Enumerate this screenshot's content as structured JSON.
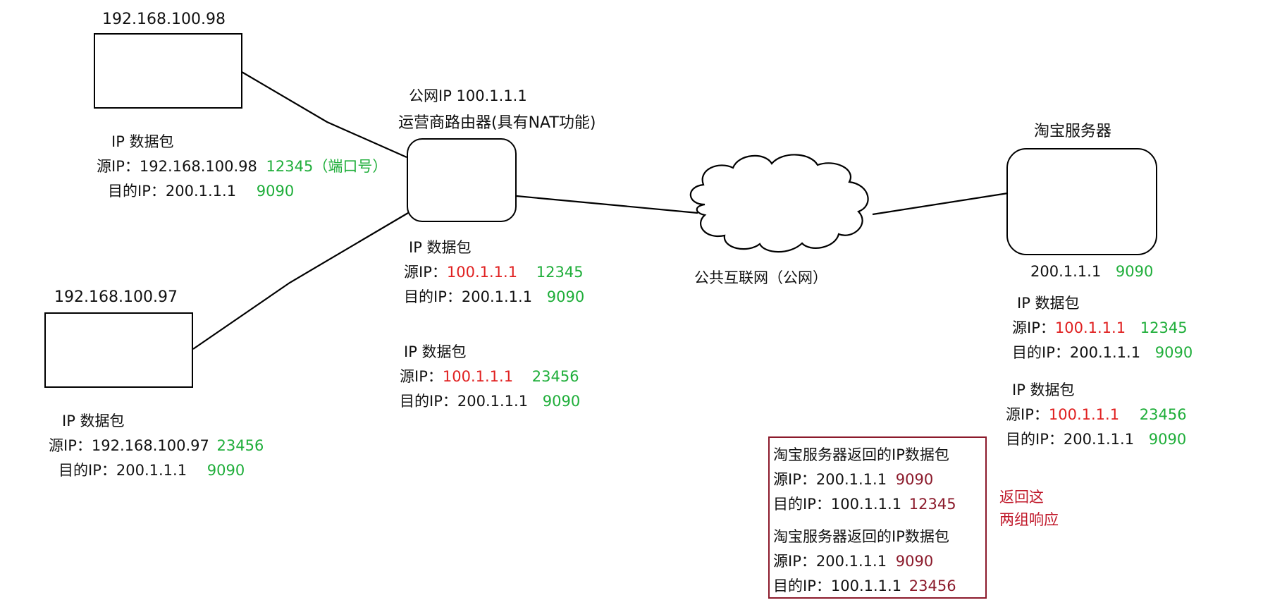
{
  "hosts": {
    "host98": {
      "ip": "192.168.100.98"
    },
    "host97": {
      "ip": "192.168.100.97"
    }
  },
  "router": {
    "public_ip": "公网IP 100.1.1.1",
    "name": "运营商路由器(具有NAT功能)"
  },
  "internet": {
    "label": "公共互联网（公网）"
  },
  "server": {
    "name": "淘宝服务器",
    "ip": "200.1.1.1",
    "port": "9090"
  },
  "packets": {
    "p98": {
      "title": "IP 数据包",
      "src_label": "源IP：",
      "src_ip": "192.168.100.98",
      "src_port": "12345（端口号）",
      "dst_label": "目的IP：",
      "dst_ip": "200.1.1.1",
      "dst_port": "9090"
    },
    "p97": {
      "title": "IP 数据包",
      "src_label": "源IP：",
      "src_ip": "192.168.100.97",
      "src_port": "23456",
      "dst_label": "目的IP：",
      "dst_ip": "200.1.1.1",
      "dst_port": "9090"
    },
    "router1": {
      "title": "IP 数据包",
      "src_label": "源IP：",
      "src_ip": "100.1.1.1",
      "src_port": "12345",
      "dst_label": "目的IP：",
      "dst_ip": "200.1.1.1",
      "dst_port": "9090"
    },
    "router2": {
      "title": "IP 数据包",
      "src_label": "源IP：",
      "src_ip": "100.1.1.1",
      "src_port": "23456",
      "dst_label": "目的IP：",
      "dst_ip": "200.1.1.1",
      "dst_port": "9090"
    },
    "server1": {
      "title": "IP 数据包",
      "src_label": "源IP：",
      "src_ip": "100.1.1.1",
      "src_port": "12345",
      "dst_label": "目的IP：",
      "dst_ip": "200.1.1.1",
      "dst_port": "9090"
    },
    "server2": {
      "title": "IP 数据包",
      "src_label": "源IP：",
      "src_ip": "100.1.1.1",
      "src_port": "23456",
      "dst_label": "目的IP：",
      "dst_ip": "200.1.1.1",
      "dst_port": "9090"
    }
  },
  "responses": {
    "r1": {
      "title": "淘宝服务器返回的IP数据包",
      "src_label": "源IP：",
      "src_ip": "200.1.1.1",
      "src_port": "9090",
      "dst_label": "目的IP：",
      "dst_ip": "100.1.1.1",
      "dst_port": "12345"
    },
    "r2": {
      "title": "淘宝服务器返回的IP数据包",
      "src_label": "源IP：",
      "src_ip": "200.1.1.1",
      "src_port": "9090",
      "dst_label": "目的IP：",
      "dst_ip": "100.1.1.1",
      "dst_port": "23456"
    },
    "note_line1": "返回这",
    "note_line2": "两组响应"
  },
  "colors": {
    "ip_rewritten": "#e02020",
    "port": "#1fae3a",
    "response": "#8b1a2b"
  }
}
